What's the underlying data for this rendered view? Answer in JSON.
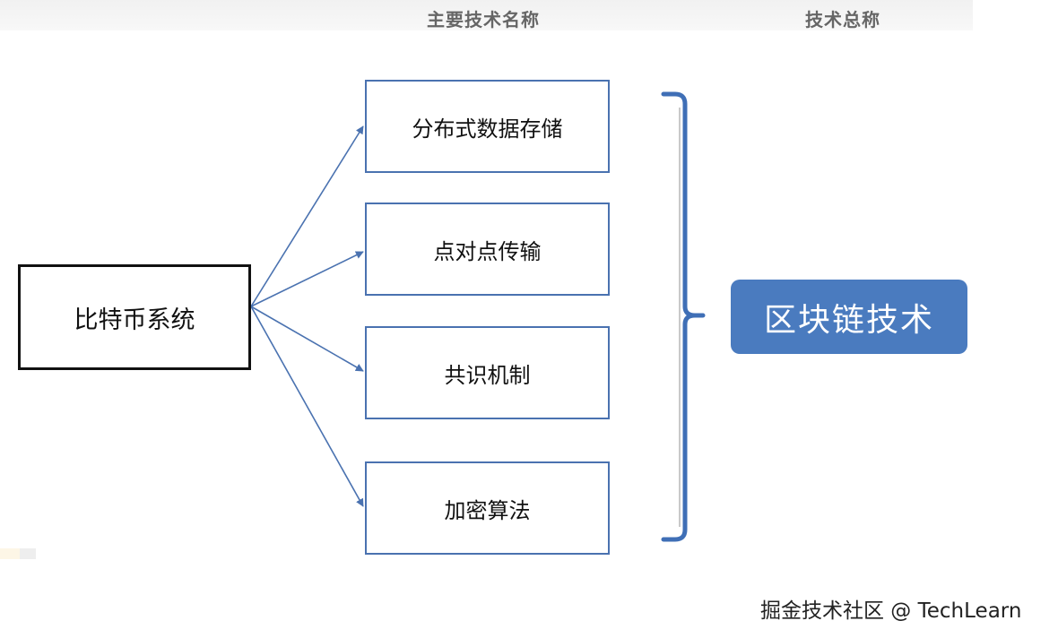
{
  "headers": {
    "main_tech": "主要技术名称",
    "tech_total": "技术总称"
  },
  "source": {
    "label": "比特币系统"
  },
  "technologies": [
    {
      "label": "分布式数据存储"
    },
    {
      "label": "点对点传输"
    },
    {
      "label": "共识机制"
    },
    {
      "label": "加密算法"
    }
  ],
  "result": {
    "label": "区块链技术"
  },
  "watermark": "掘金技术社区 @ TechLearn",
  "colors": {
    "accent": "#4a7bbf",
    "box_border": "#4a72b0",
    "arrow": "#4a72b0",
    "brace": "#3f6fb6"
  }
}
